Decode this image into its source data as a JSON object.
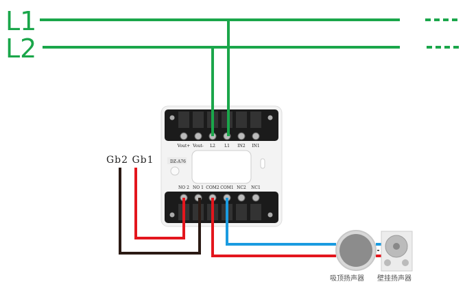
{
  "lines": {
    "l1": "L1",
    "l2": "L2"
  },
  "gb_label": "Gb2 Gb1",
  "module": {
    "model": "DZ-A76",
    "top_terminals": [
      "Vout+",
      "Vout-",
      "L2",
      "L1",
      "IN2",
      "IN1"
    ],
    "bottom_terminals": [
      "NO 2",
      "NO 1",
      "COM2",
      "COM1",
      "NC2",
      "NC1"
    ]
  },
  "speakers": {
    "ceiling": "吸顶扬声器",
    "wall": "壁挂扬声器"
  },
  "colors": {
    "bus": "#1aa64a",
    "red": "#e3161d",
    "black": "#2b1a14",
    "blue": "#1a9be0"
  }
}
